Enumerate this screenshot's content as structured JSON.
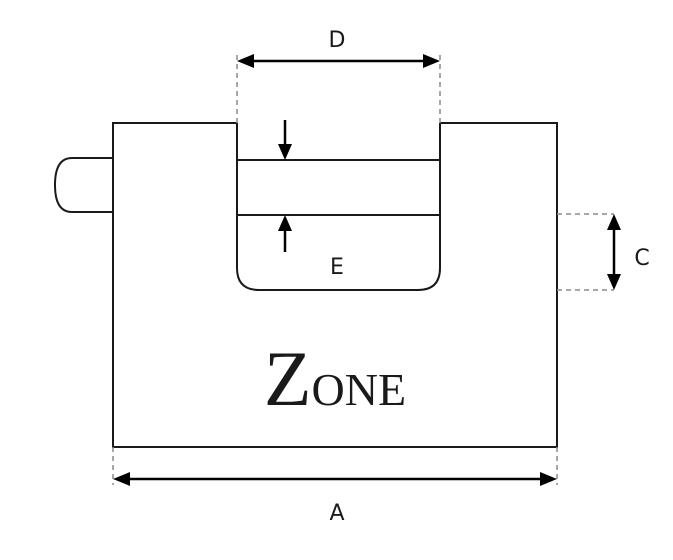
{
  "labels": {
    "a": "A",
    "c": "C",
    "d": "D",
    "e": "E"
  },
  "brand": {
    "initial": "Z",
    "rest": "ONE"
  },
  "colors": {
    "line": "#1a1a1a",
    "dash": "#8a8a8a",
    "background": "#ffffff"
  }
}
